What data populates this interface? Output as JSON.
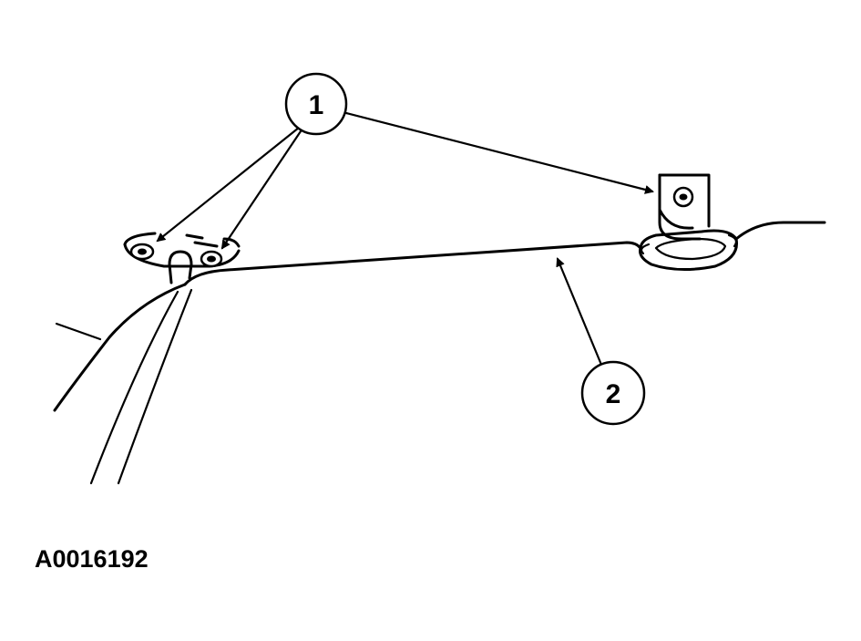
{
  "callouts": [
    {
      "label": "1"
    },
    {
      "label": "2"
    }
  ],
  "figure_id": "A0016192",
  "colors": {
    "ink": "#000000",
    "background": "#ffffff"
  }
}
